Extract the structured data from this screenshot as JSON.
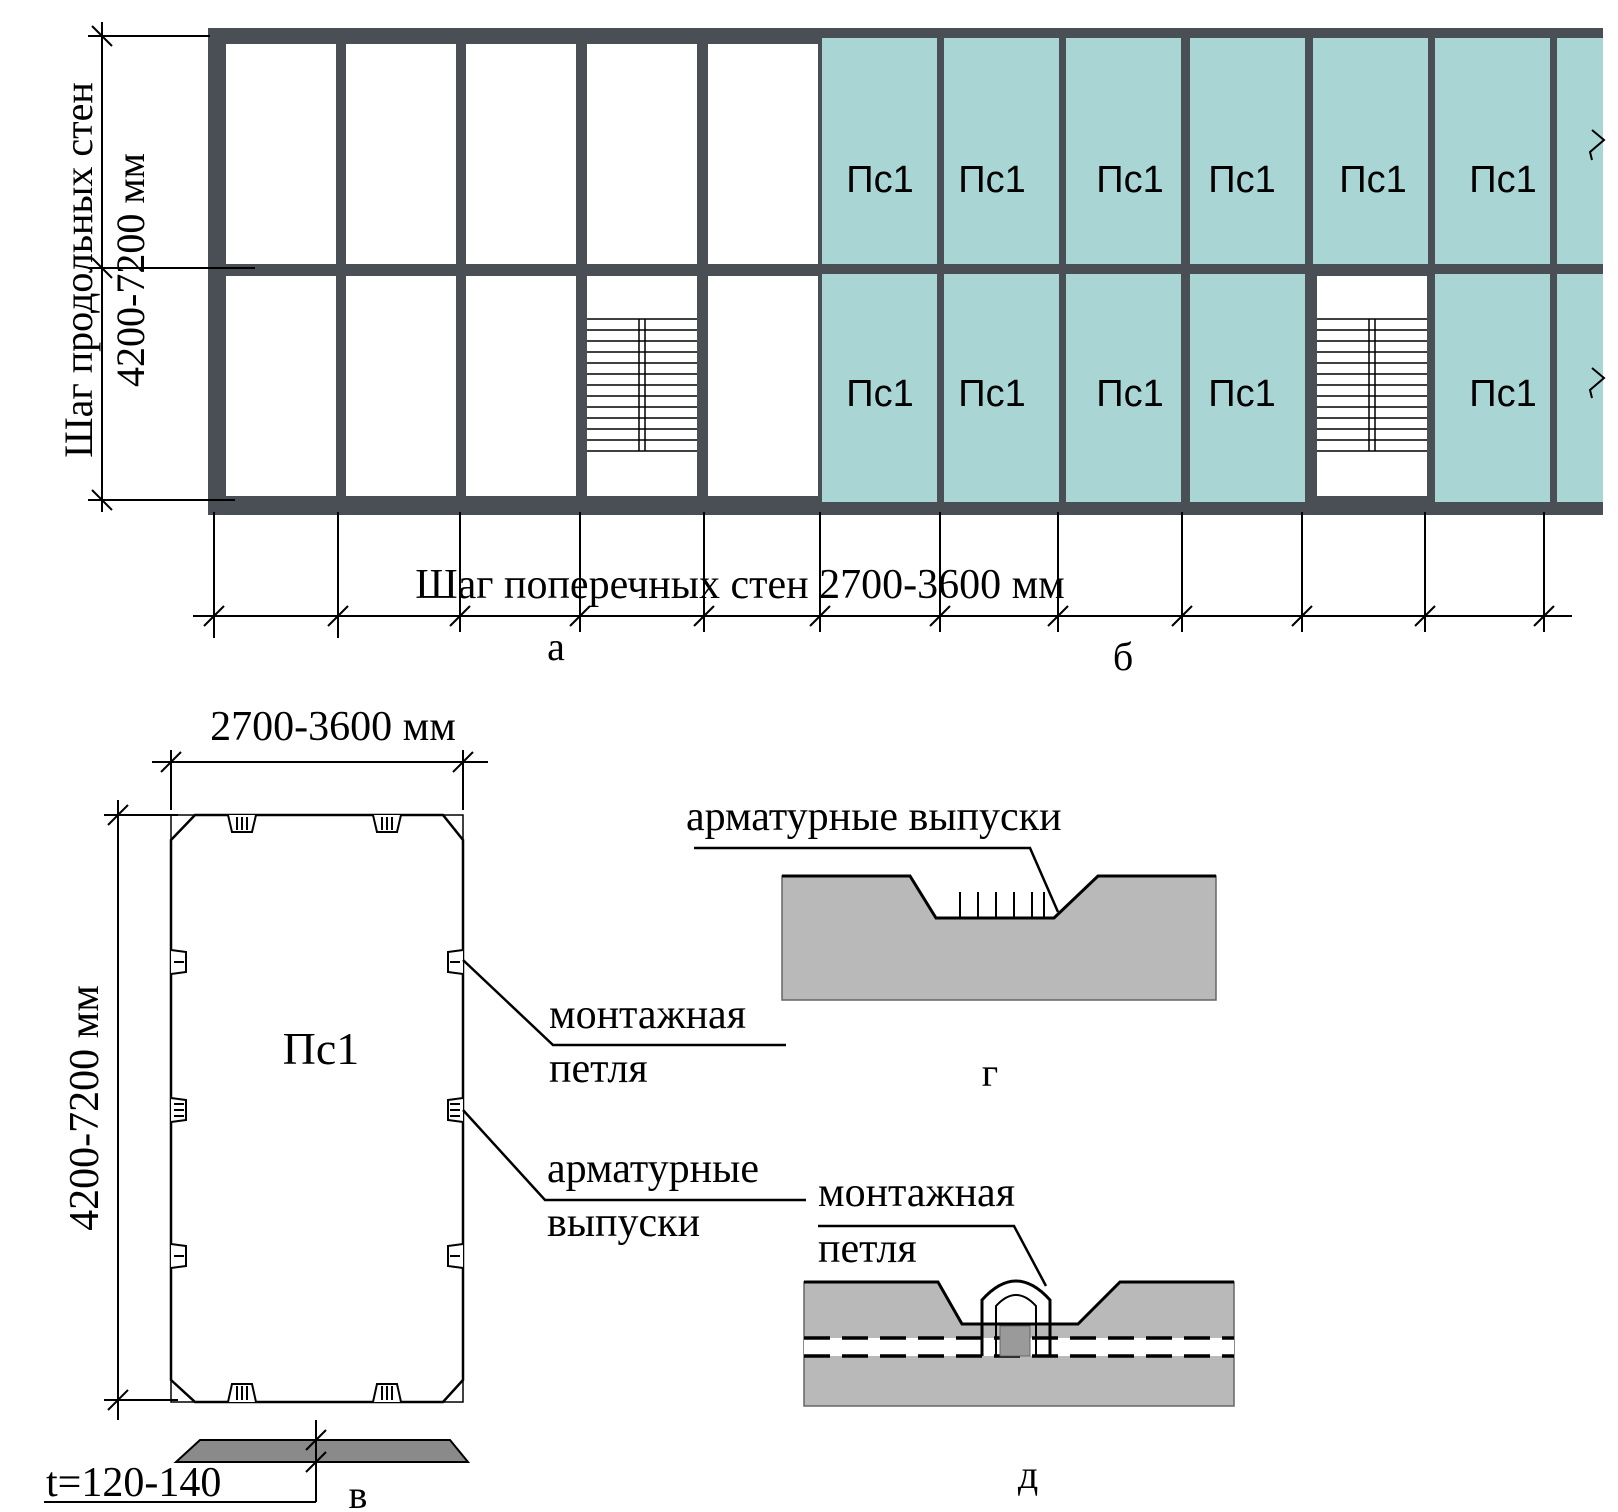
{
  "colors": {
    "wall": "#4a4f55",
    "panel_fill": "#a9d5d5",
    "concrete": "#b9b9b9",
    "line": "#000000"
  },
  "plan": {
    "panel_label": "Пс1",
    "dim_longitudinal_1": "Шаг продольных стен",
    "dim_longitudinal_2": "4200-7200 мм",
    "dim_transverse": "Шаг поперечных стен 2700-3600 мм",
    "label_a": "а",
    "label_b": "б"
  },
  "slab": {
    "width_dim": "2700-3600 мм",
    "height_dim": "4200-7200 мм",
    "label": "Пс1",
    "thickness": "t=120-140",
    "label_v": "в",
    "callout_loop_1": "монтажная",
    "callout_loop_2": "петля",
    "callout_rebar_1": "арматурные",
    "callout_rebar_2": "выпуски"
  },
  "detail_g": {
    "callout": "арматурные выпуски",
    "label": "г"
  },
  "detail_d": {
    "callout_1": "монтажная",
    "callout_2": "петля",
    "label": "д"
  }
}
